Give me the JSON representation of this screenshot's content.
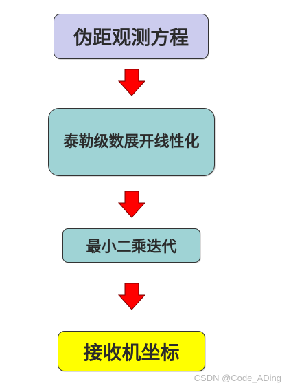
{
  "steps": [
    {
      "label": "伪距观测方程",
      "fill": "#ccccee"
    },
    {
      "label": "泰勒级数展开线性化",
      "fill": "#9fd3d5"
    },
    {
      "label": "最小二乘迭代",
      "fill": "#9fd3d5"
    },
    {
      "label": "接收机坐标",
      "fill": "#ffff00"
    }
  ],
  "arrow_color": "#ff0000",
  "watermark": "CSDN @Code_ADing"
}
